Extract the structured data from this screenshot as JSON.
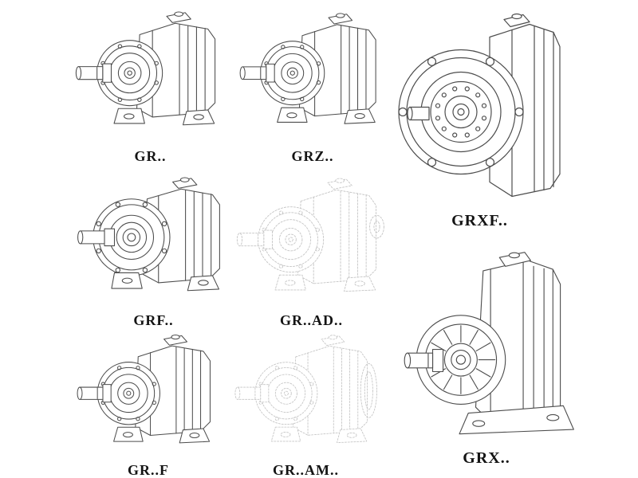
{
  "page": {
    "background": "#ffffff",
    "line_color": "#4d4d4d",
    "ghost_line_color": "#c4c4c4",
    "label_color": "#141414",
    "description": "Catalog sheet of helical gear reducer models shown as isometric technical line drawings"
  },
  "products": [
    {
      "label": "GR..",
      "render": "solid",
      "type": "foot-mounted helical gear reducer"
    },
    {
      "label": "GRZ..",
      "render": "solid",
      "type": "foot-mounted helical gear reducer"
    },
    {
      "label": "GRXF..",
      "render": "solid",
      "type": "flange-mounted helical gear reducer, front flange with bolt circle"
    },
    {
      "label": "GRF..",
      "render": "solid",
      "type": "flange + foot mounted helical gear reducer"
    },
    {
      "label": "GR..AD..",
      "render": "ghost",
      "type": "helical gear reducer with input adapter (phantom outline)"
    },
    {
      "label": "GR..F",
      "render": "solid",
      "type": "foot-mounted helical gear reducer"
    },
    {
      "label": "GR..AM..",
      "render": "ghost",
      "type": "helical gear reducer with motor flange (phantom outline)"
    },
    {
      "label": "GRX..",
      "render": "solid",
      "type": "large foot-mounted helical gear reducer with ribbed housing"
    }
  ]
}
